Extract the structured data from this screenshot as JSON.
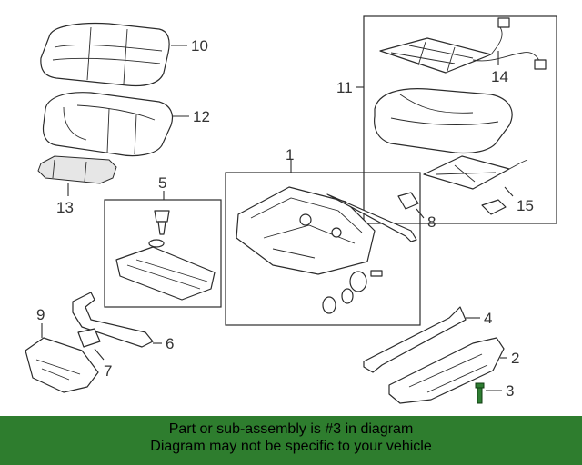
{
  "diagram": {
    "callouts": {
      "c1": "1",
      "c2": "2",
      "c3": "3",
      "c4": "4",
      "c5": "5",
      "c6": "6",
      "c7": "7",
      "c8": "8",
      "c9": "9",
      "c10": "10",
      "c11": "11",
      "c12": "12",
      "c13": "13",
      "c14": "14",
      "c15": "15"
    },
    "highlight_part": "3",
    "highlight_color": "#2e7d32"
  },
  "banner": {
    "line1": "Part or sub-assembly is #3 in diagram",
    "line2": "Diagram may not be specific to your vehicle",
    "background": "#2e7d2e"
  }
}
